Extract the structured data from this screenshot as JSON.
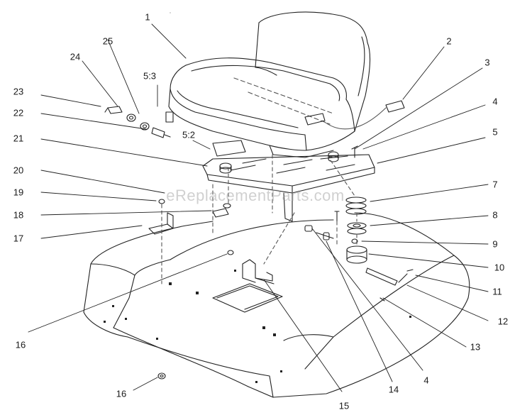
{
  "watermark": "eReplacementParts.com",
  "callouts": {
    "c1": "1",
    "c2": "2",
    "c3": "3",
    "c4a": "4",
    "c4b": "4",
    "c5": "5",
    "c5_2": "5:2",
    "c5_3": "5:3",
    "c7": "7",
    "c8": "8",
    "c9": "9",
    "c10": "10",
    "c11": "11",
    "c12": "12",
    "c13": "13",
    "c14": "14",
    "c15": "15",
    "c16a": "16",
    "c16b": "16",
    "c17": "17",
    "c18": "18",
    "c19": "19",
    "c20": "20",
    "c21": "21",
    "c22": "22",
    "c23": "23",
    "c24": "24",
    "c25": "25"
  },
  "colors": {
    "line": "#222222",
    "dash": "#555555"
  }
}
